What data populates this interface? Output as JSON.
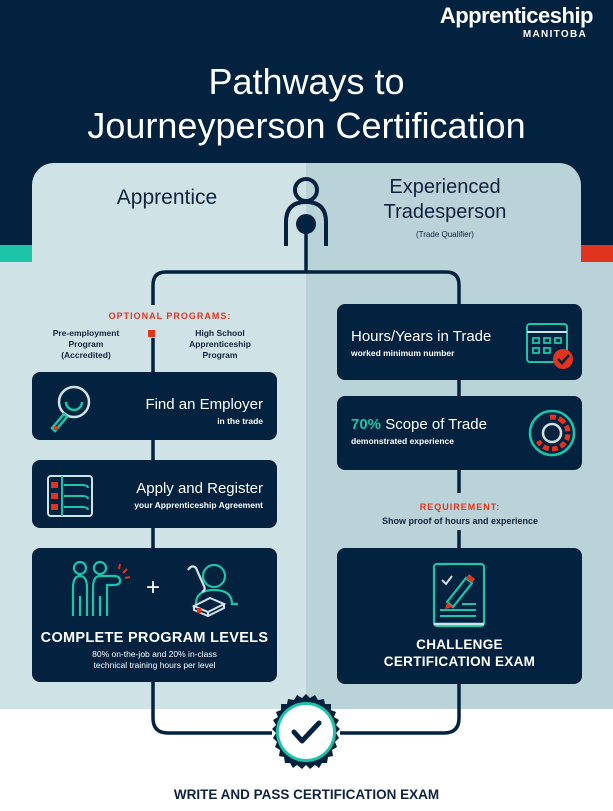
{
  "brand": {
    "name": "Apprenticeship",
    "region": "MANITOBA"
  },
  "title": {
    "line1": "Pathways to",
    "line2": "Journeyperson Certification"
  },
  "colors": {
    "navy": "#022240",
    "teal": "#1ec4a8",
    "red": "#e0341f",
    "panel_left": "#cfe3e7",
    "panel_right": "#bad3d8"
  },
  "apprentice": {
    "heading": "Apprentice",
    "optional": {
      "label": "OPTIONAL PROGRAMS:",
      "left": [
        "Pre-employment",
        "Program",
        "(Accredited)"
      ],
      "right": [
        "High School",
        "Apprenticeship",
        "Program"
      ]
    },
    "steps": [
      {
        "icon": "magnifier-icon",
        "title": "Find an Employer",
        "subtitle": "in the trade"
      },
      {
        "icon": "checklist-icon",
        "title": "Apply and Register",
        "subtitle": "your Apprenticeship Agreement"
      },
      {
        "icon": "workers-training-icon",
        "title": "COMPLETE PROGRAM LEVELS",
        "plus": "+",
        "subtitle_line1": "80% on-the-job and 20% in-class",
        "subtitle_line2": "technical training hours per level"
      }
    ]
  },
  "tradesperson": {
    "heading_line1": "Experienced",
    "heading_line2": "Tradesperson",
    "subheading": "(Trade Qualifier)",
    "steps": [
      {
        "icon": "calendar-check-icon",
        "title": "Hours/Years in Trade",
        "subtitle": "worked minimum number"
      },
      {
        "icon": "scope-gauge-icon",
        "highlight": "70%",
        "title": " Scope of Trade",
        "subtitle": "demonstrated experience"
      },
      {
        "icon": "exam-document-icon",
        "title_line1": "CHALLENGE",
        "title_line2": "CERTIFICATION EXAM"
      }
    ],
    "requirement": {
      "label": "REQUIREMENT:",
      "text": "Show proof of hours and experience"
    }
  },
  "final": {
    "icon": "checkmark-seal-icon",
    "label": "WRITE AND PASS CERTIFICATION EXAM"
  }
}
